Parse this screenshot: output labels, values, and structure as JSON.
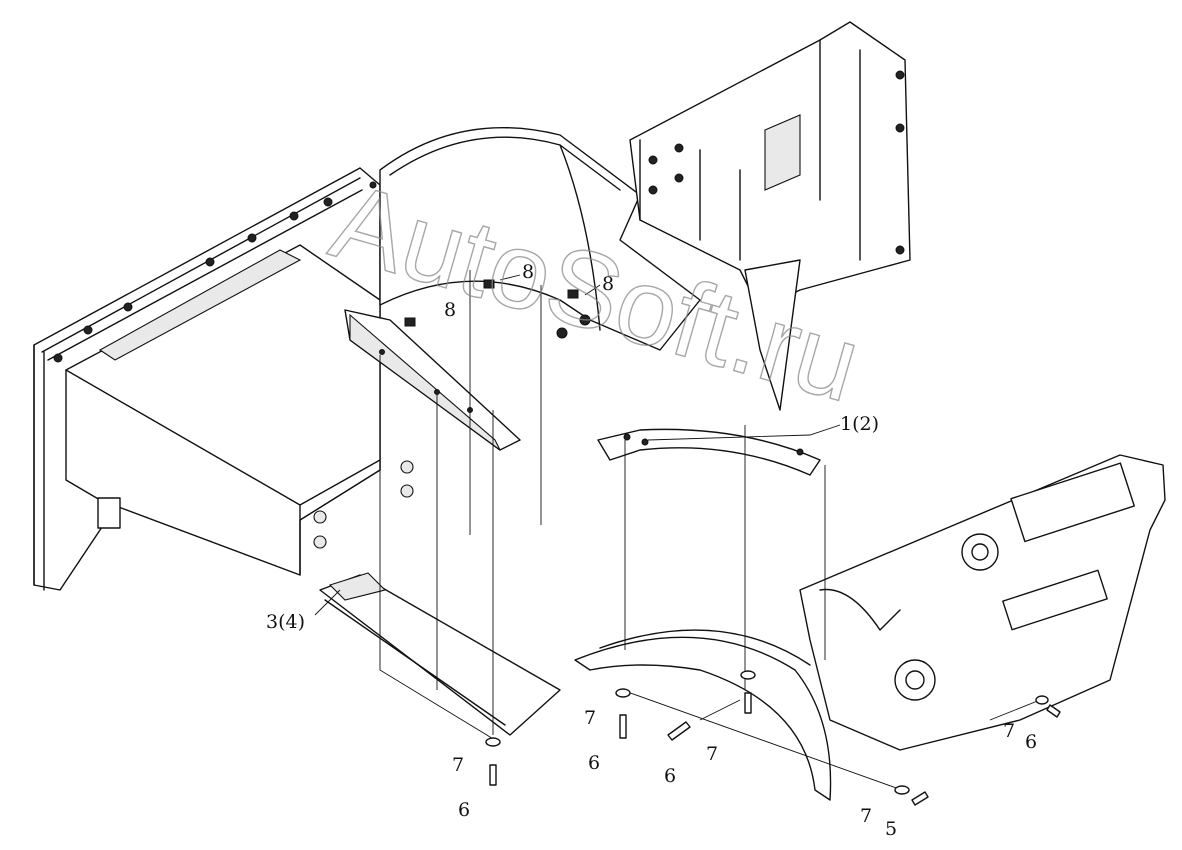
{
  "watermark": "AutoSoft.ru",
  "callouts": [
    {
      "id": "label-1-2",
      "text": "1(2)"
    },
    {
      "id": "label-3-4",
      "text": "3(4)"
    },
    {
      "id": "label-5",
      "text": "5"
    },
    {
      "id": "label-6a",
      "text": "6"
    },
    {
      "id": "label-6b",
      "text": "6"
    },
    {
      "id": "label-6c",
      "text": "6"
    },
    {
      "id": "label-6d",
      "text": "6"
    },
    {
      "id": "label-7a",
      "text": "7"
    },
    {
      "id": "label-7b",
      "text": "7"
    },
    {
      "id": "label-7c",
      "text": "7"
    },
    {
      "id": "label-7d",
      "text": "7"
    },
    {
      "id": "label-7e",
      "text": "7"
    },
    {
      "id": "label-8a",
      "text": "8"
    },
    {
      "id": "label-8b",
      "text": "8"
    },
    {
      "id": "label-8c",
      "text": "8"
    }
  ]
}
